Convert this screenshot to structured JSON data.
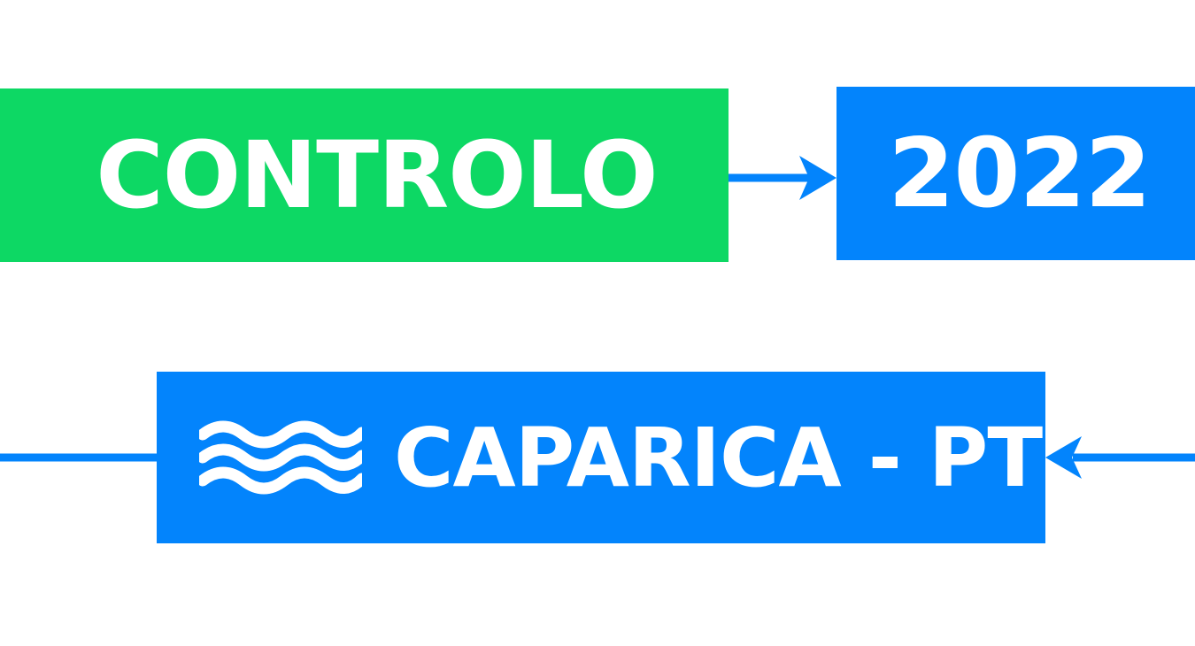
{
  "colors": {
    "green": "#0dd864",
    "blue": "#0384fc",
    "text": "#ffffff",
    "background": "#ffffff"
  },
  "boxes": {
    "controlo": {
      "label": "CONTROLO"
    },
    "year": {
      "label": "2022"
    },
    "location": {
      "label": "CAPARICA - PT",
      "icon": "waves-icon"
    }
  },
  "connectors": [
    {
      "from": "controlo",
      "to": "year",
      "direction": "right"
    },
    {
      "from": "right-edge",
      "to": "location",
      "direction": "left"
    },
    {
      "from": "location",
      "to": "left-edge",
      "direction": "none"
    }
  ]
}
